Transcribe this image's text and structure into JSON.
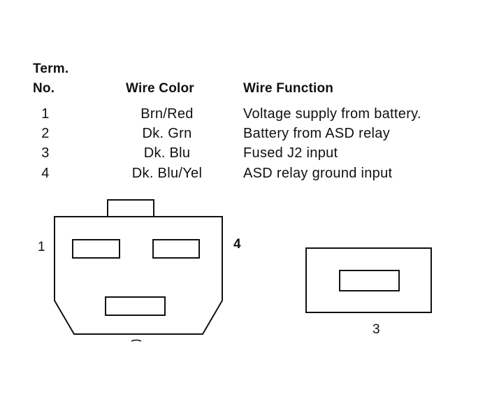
{
  "table": {
    "header": {
      "term_line1": "Term.",
      "term_line2": "No.",
      "wire_color": "Wire Color",
      "wire_function": "Wire Function"
    },
    "rows": [
      {
        "term": "1",
        "color": "Brn/Red",
        "function": "Voltage supply from battery."
      },
      {
        "term": "2",
        "color": "Dk. Grn",
        "function": "Battery from ASD relay"
      },
      {
        "term": "3",
        "color": "Dk. Blu",
        "function": "Fused J2 input"
      },
      {
        "term": "4",
        "color": "Dk. Blu/Yel",
        "function": "ASD relay ground input"
      }
    ]
  },
  "connector_left": {
    "pin_label_left": "1",
    "pin_label_right": "4"
  },
  "connector_right": {
    "pin_label_bottom": "3"
  },
  "colors": {
    "ink": "#111111",
    "background": "#ffffff"
  }
}
